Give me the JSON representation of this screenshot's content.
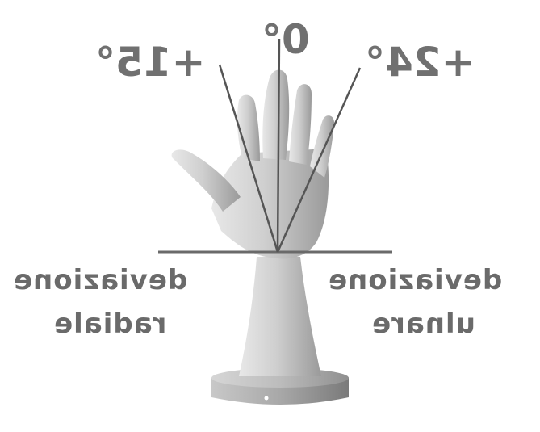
{
  "angles": {
    "neutral": "0°",
    "radial": "+15°",
    "ulnar": "+24°"
  },
  "labels": {
    "left_line1": "deviazione",
    "left_line2": "radiale",
    "right_line1": "deviazione",
    "right_line2": "ulnare"
  },
  "colors": {
    "background": "#ffffff",
    "text": "#6e6e6e",
    "lines": "#555555",
    "hand": "#bdbdbd"
  },
  "text_rendering": "mirrored"
}
